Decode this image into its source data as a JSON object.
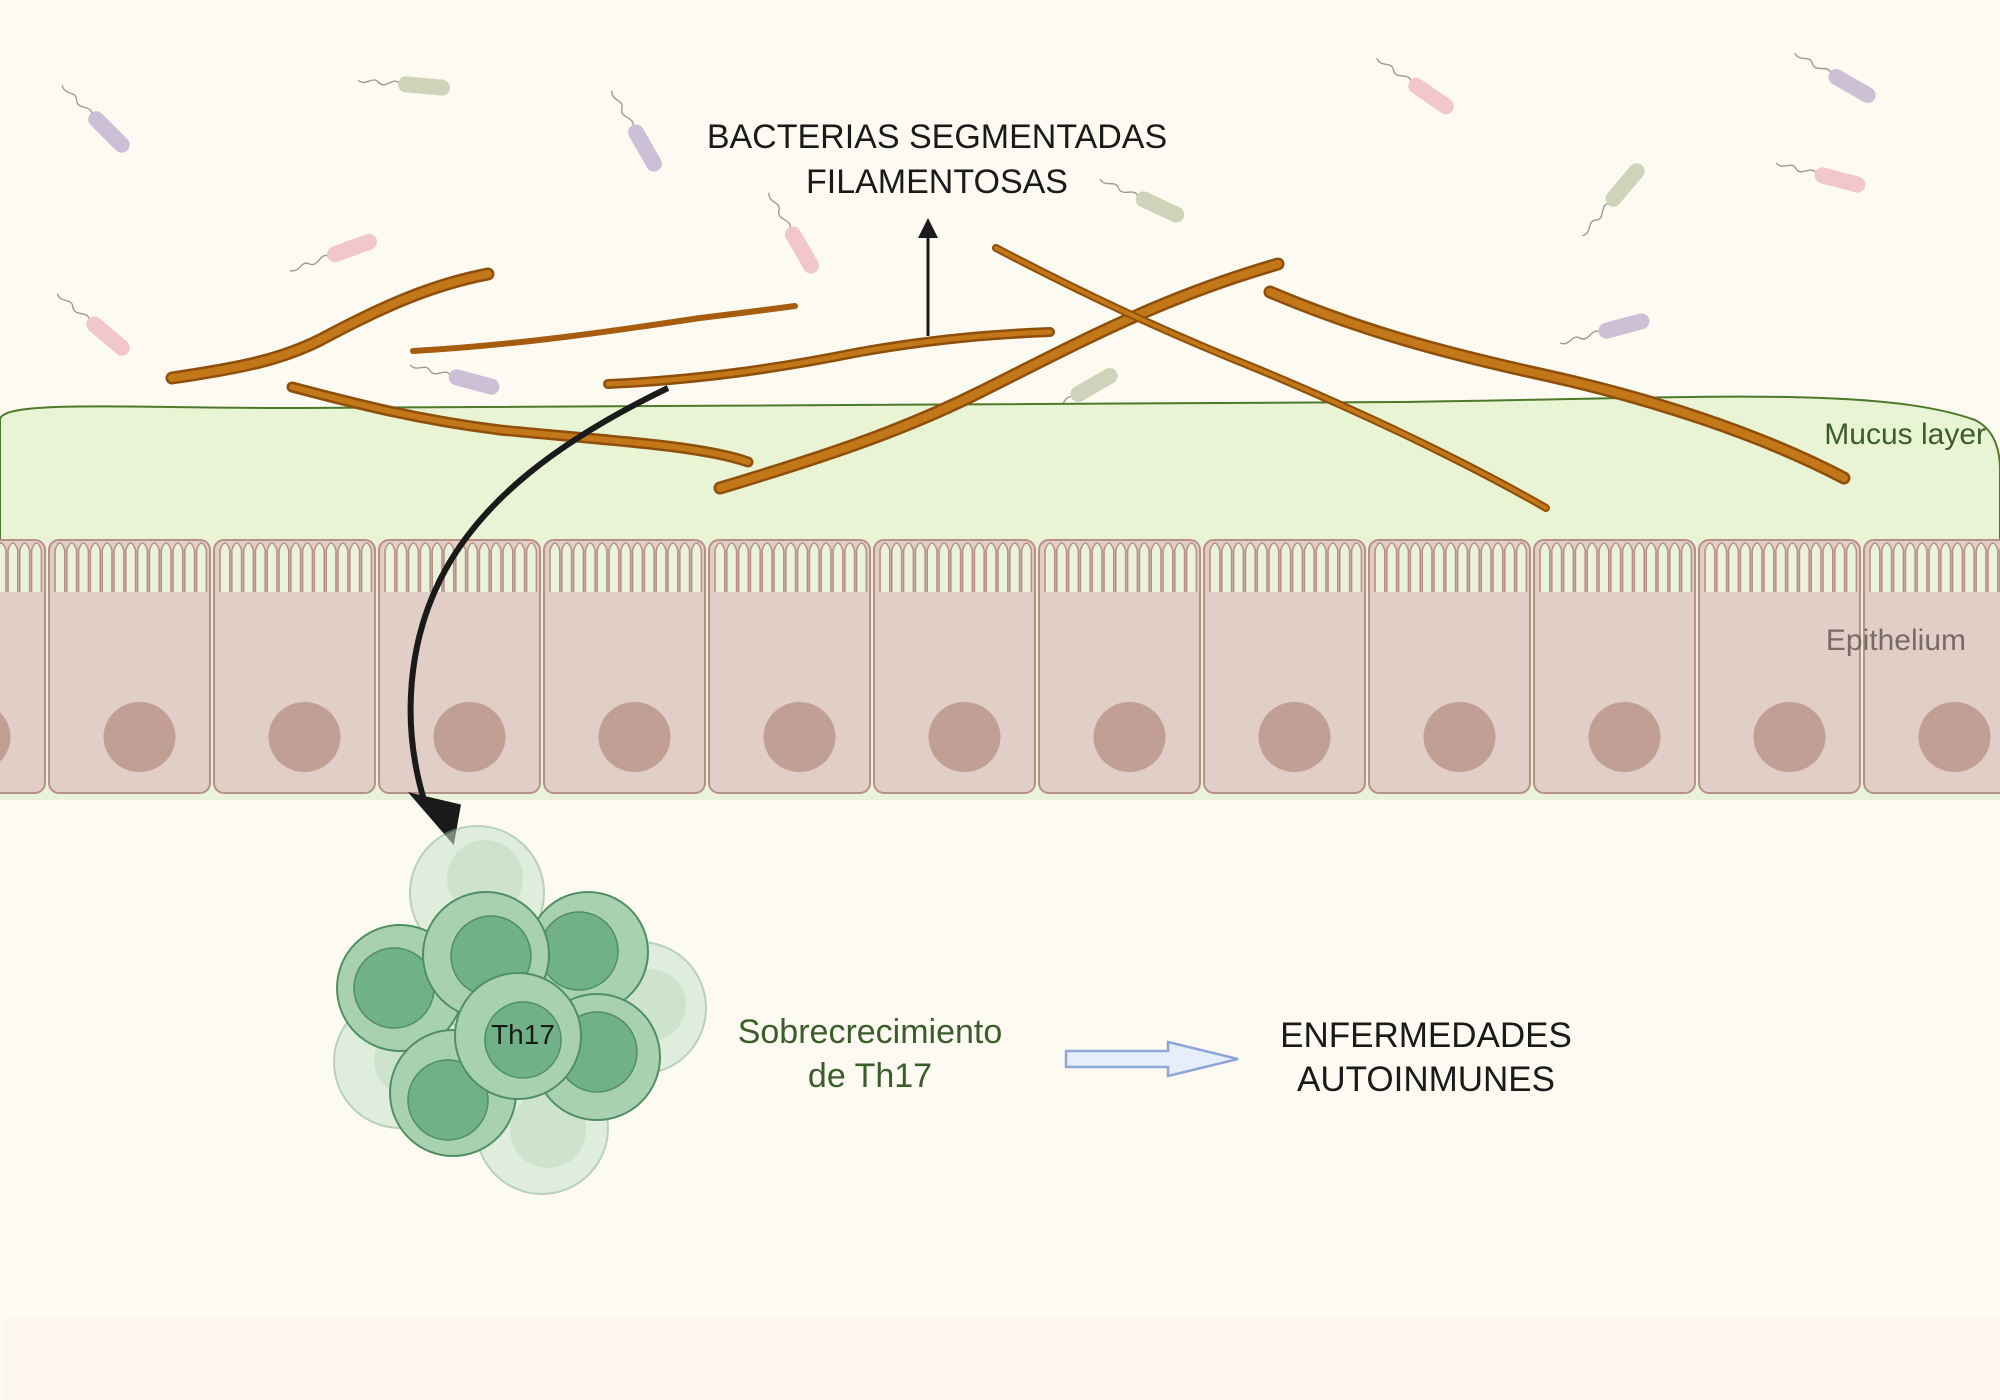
{
  "labels": {
    "bacteria_line1": "BACTERIAS SEGMENTADAS",
    "bacteria_line2": "FILAMENTOSAS",
    "mucus": "Mucus layer",
    "epithelium": "Epithelium",
    "th17_cell": "Th17",
    "overgrowth_line1": "Sobrecrecimiento",
    "overgrowth_line2": "de Th17",
    "disease_line1": "ENFERMEDADES",
    "disease_line2": "AUTOINMUNES"
  },
  "colors": {
    "background": "#fdfbf1",
    "mucus": "#e9f4d4",
    "mucus_outline": "#4c7a2a",
    "epithelium_cell": "#e1cfc7",
    "epithelium_outline": "#b89088",
    "nucleus": "#c29f94",
    "filament": "#b1640f",
    "th17_light": "#a8d1b0",
    "th17_dark": "#71b187",
    "th17_outline": "#4f8f63",
    "outcome_arrow": "#8fa6d8",
    "text_dark": "#1a1a1a",
    "text_green": "#3c5c2c",
    "text_epithelium": "#7a6a66"
  }
}
